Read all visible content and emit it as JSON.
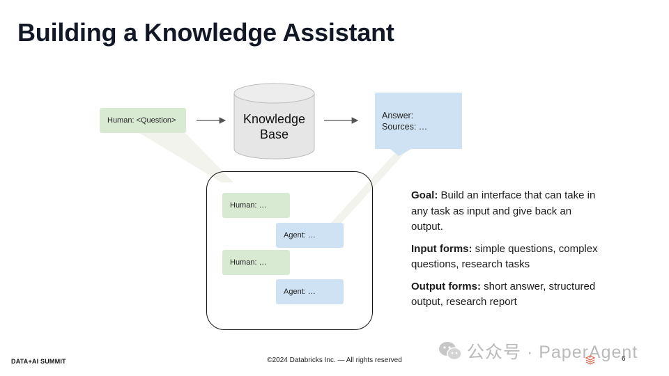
{
  "slide": {
    "title": "Building a Knowledge Assistant",
    "page_number": "6"
  },
  "diagram": {
    "human_question": "Human: <Question>",
    "knowledge_base": "Knowledge\nBase",
    "answer_line1": "Answer:",
    "answer_line2": "Sources: …",
    "chat": [
      {
        "role": "human",
        "text": "Human: …"
      },
      {
        "role": "agent",
        "text": "Agent: …"
      },
      {
        "role": "human",
        "text": "Human: …"
      },
      {
        "role": "agent",
        "text": "Agent: …"
      }
    ]
  },
  "goals": {
    "goal_label": "Goal:",
    "goal_text": " Build an interface that can take in any task as input and give back an output.",
    "input_label": "Input forms:",
    "input_text": " simple questions, complex questions, research tasks",
    "output_label": "Output forms:",
    "output_text": " short answer, structured output, research report"
  },
  "footer": {
    "brand": "DATA+AI SUMMIT",
    "copyright": "©2024 Databricks Inc. — All rights reserved",
    "watermark": "公众号 · PaperAgent"
  },
  "colors": {
    "human_green": "#d9ead3",
    "agent_blue": "#cfe2f3",
    "kb_gray": "#e6e6e6"
  }
}
